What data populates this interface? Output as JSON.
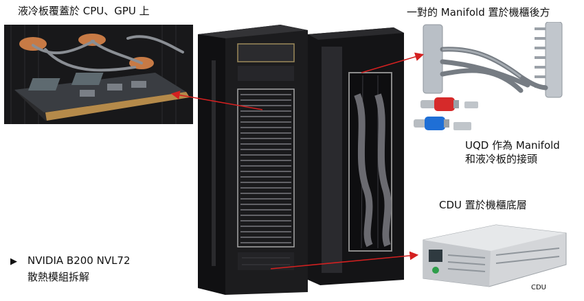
{
  "labels": {
    "cold_plate": "液冷板覆蓋於 CPU、GPU 上",
    "manifold": "一對的 Manifold 置於機櫃後方",
    "uqd_line1": "UQD 作為 Manifold",
    "uqd_line2": "和液冷板的接頭",
    "cdu": "CDU 置於機櫃底層",
    "product_line1": "NVIDIA B200 NVL72",
    "product_line2": "散熱模組拆解",
    "bullet": "▶",
    "cdu_unit_caption": "CDU"
  },
  "colors": {
    "arrow": "#d42020",
    "rack": "#1c1c1e",
    "uqd_red": "#d62a2a",
    "uqd_blue": "#1f6fd6",
    "chassis": "#d4d6d9"
  }
}
